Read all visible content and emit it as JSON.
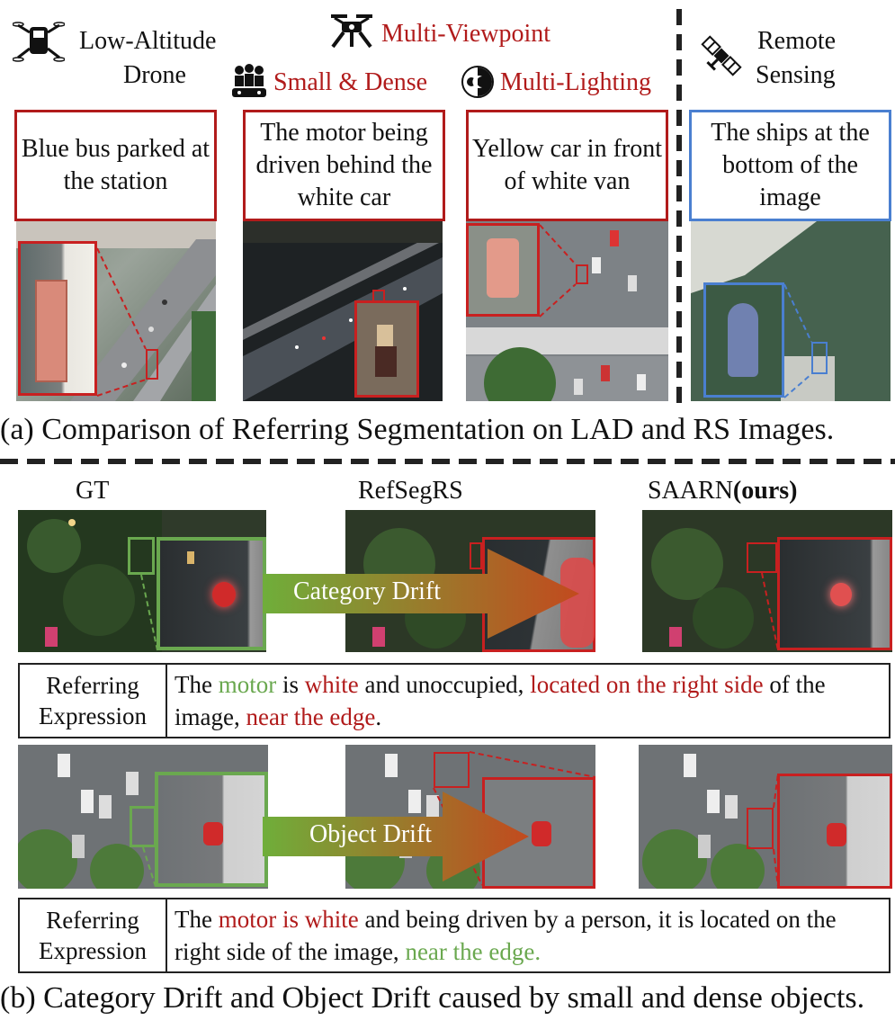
{
  "header": {
    "drone_label": "Low-Altitude Drone",
    "drone_line1": "Low-Altitude",
    "drone_line2": "Drone",
    "multi_viewpoint": "Multi-Viewpoint",
    "small_dense": "Small & Dense",
    "multi_lighting": "Multi-Lighting",
    "rs_line1": "Remote",
    "rs_line2": "Sensing"
  },
  "queries": [
    "Blue bus parked at the station",
    "The motor being driven behind the white car",
    "Yellow car in front of white van",
    "The ships at the bottom of the image"
  ],
  "caption_a": "(a) Comparison of Referring Segmentation on LAD and RS Images.",
  "columns": {
    "gt": "GT",
    "refsegrs": "RefSegRS",
    "saarn": "SAARN",
    "ours": "(ours)"
  },
  "arrows": {
    "category": "Category Drift",
    "object": "Object Drift"
  },
  "expr_label_1": "Referring",
  "expr_label_2": "Expression",
  "expr1": [
    {
      "t": "The ",
      "c": ""
    },
    {
      "t": "motor",
      "c": "green"
    },
    {
      "t": " is ",
      "c": ""
    },
    {
      "t": "white",
      "c": "red"
    },
    {
      "t": " and unoccupied, ",
      "c": ""
    },
    {
      "t": "located on the right side",
      "c": "red"
    },
    {
      "t": " of the image, ",
      "c": ""
    },
    {
      "t": "near the edge",
      "c": "red"
    },
    {
      "t": ".",
      "c": ""
    }
  ],
  "expr2": [
    {
      "t": "The ",
      "c": ""
    },
    {
      "t": "motor is white",
      "c": "red"
    },
    {
      "t": " and being driven by a person, it is located on the right side of the image, ",
      "c": ""
    },
    {
      "t": "near the edge.",
      "c": "green"
    }
  ],
  "caption_b": "(b) Category Drift and Object Drift caused by small and dense objects.",
  "colors": {
    "red": "#b11b1b",
    "green": "#6aa84f",
    "blue": "#4a7fd0"
  }
}
